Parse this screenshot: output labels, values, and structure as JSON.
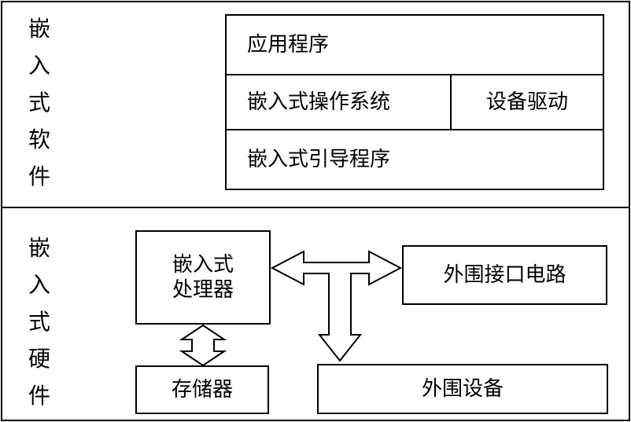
{
  "software": {
    "label_chars": [
      "嵌",
      "入",
      "式",
      "软",
      "件"
    ],
    "application": "应用程序",
    "os": "嵌入式操作系统",
    "driver": "设备驱动",
    "bootloader": "嵌入式引导程序"
  },
  "hardware": {
    "label_chars": [
      "嵌",
      "入",
      "式",
      "硬",
      "件"
    ],
    "processor_line1": "嵌入式",
    "processor_line2": "处理器",
    "memory": "存储器",
    "interface": "外围接口电路",
    "peripheral": "外围设备"
  }
}
